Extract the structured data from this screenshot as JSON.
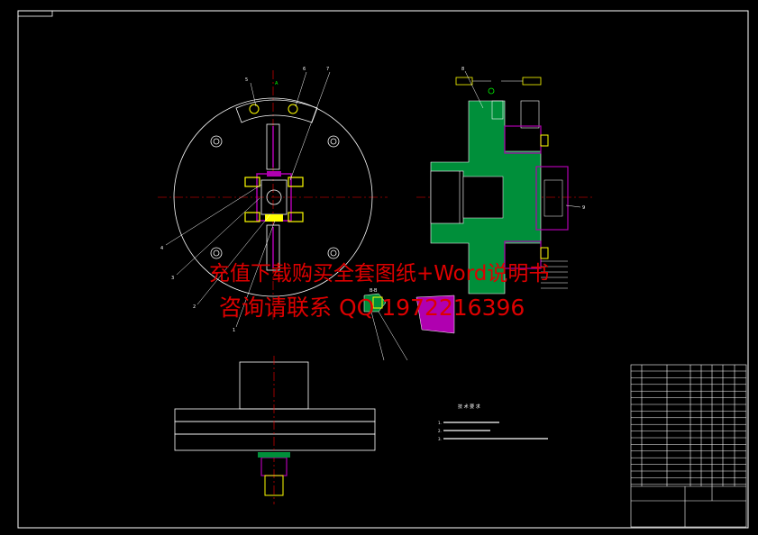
{
  "watermark": {
    "line1": "充值下载购买全套图纸+Word说明书",
    "line2": "咨询请联系 QQ 1972216396",
    "line2_display": "咨询请联系 QQ 1972216396"
  },
  "title_cell": "",
  "tech_requirements": {
    "title": "技 术 要 求",
    "items": [
      "1.",
      "2.",
      "3."
    ]
  },
  "view_labels": {
    "section_a": "A",
    "section_b": "B-B"
  },
  "callouts": [
    "1",
    "2",
    "3",
    "4",
    "5",
    "6",
    "7",
    "8",
    "9"
  ],
  "title_block": {
    "drawing_name": "",
    "part_name": ""
  },
  "colors": {
    "background": "#000000",
    "lines": "#ffffff",
    "part_fill": "#008f3a",
    "section_fill": "#b000b0",
    "yellow": "#ffff00",
    "center_line": "#ff0000",
    "watermark": "#dd0000"
  }
}
